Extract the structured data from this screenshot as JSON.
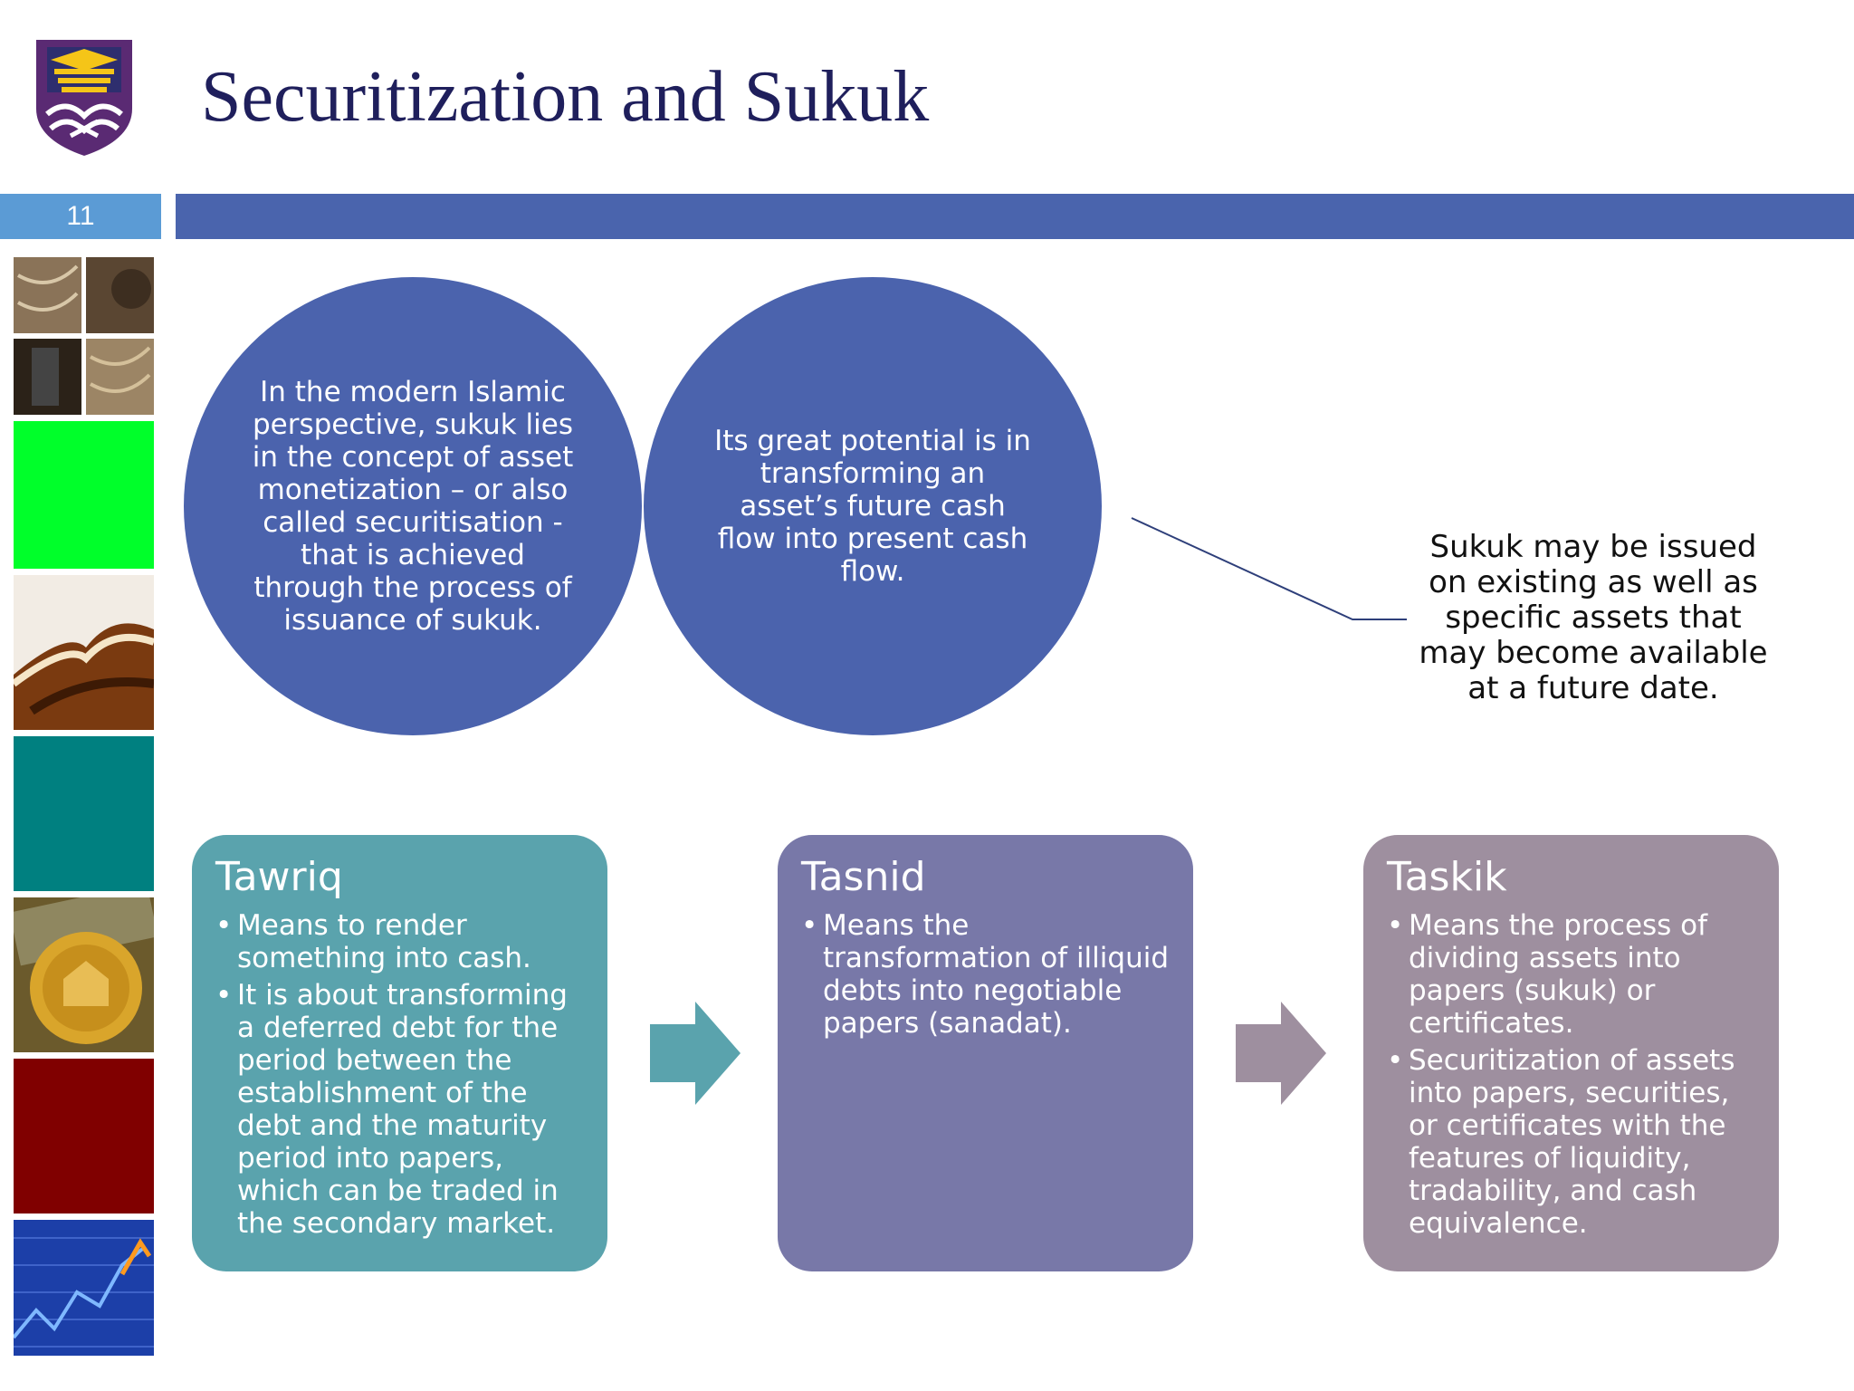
{
  "slide": {
    "title": "Securitization and Sukuk",
    "page_number": "11"
  },
  "colors": {
    "title": "#1f1f5c",
    "header_bar": "#4a64ad",
    "page_num_box": "#5b9bd5",
    "circle": "#4b63ad",
    "tawriq": "#5aa3ad",
    "tasnid": "#7878a8",
    "taskik": "#9e8f9f"
  },
  "side_tiles": [
    "rope-photo-tile",
    "green-tile",
    "book-photo-tile",
    "teal-tile",
    "coin-photo-tile",
    "maroon-tile",
    "stock-chart-tile"
  ],
  "circles": [
    {
      "text": "In the modern Islamic perspective, sukuk lies in the concept of asset monetization – or also called securitisation - that is achieved through the process of issuance of sukuk."
    },
    {
      "text": "Its great potential is in transforming an asset’s future cash flow into present cash flow."
    }
  ],
  "callout": {
    "text": "Sukuk may be issued on existing as well as specific assets that may become available at a future date."
  },
  "boxes": [
    {
      "title": "Tawriq",
      "bullets": [
        "Means to render something into cash.",
        "It is about transforming a deferred debt for the period between the establishment of the debt and the maturity period into papers, which can be traded in the secondary market."
      ]
    },
    {
      "title": "Tasnid",
      "bullets": [
        "Means the transformation of illiquid debts into negotiable papers (sanadat)."
      ]
    },
    {
      "title": "Taskik",
      "bullets": [
        "Means the process of dividing assets into papers (sukuk) or certificates.",
        "Securitization of assets into papers, securities, or certificates with the features of liquidity, tradability, and cash equivalence."
      ]
    }
  ]
}
